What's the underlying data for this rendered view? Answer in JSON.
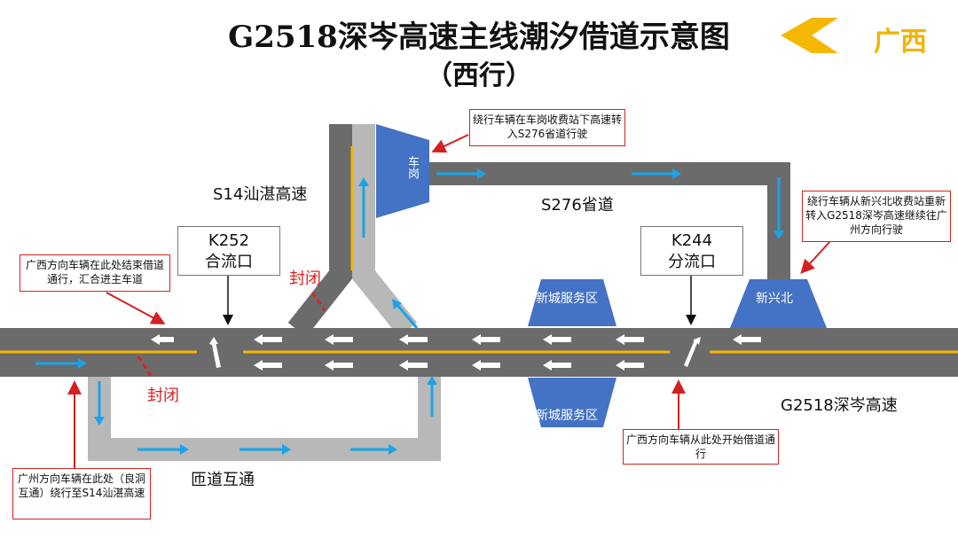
{
  "title": "G2518深岑高速主线潮汐借道示意图",
  "subtitle": "（西行）",
  "direction": {
    "label": "广西",
    "arrow_color": "#f5b800"
  },
  "roads": {
    "s14": "S14汕湛高速",
    "s276": "S276省道",
    "ramp": "匝道互通",
    "g2518": "G2518深岑高速"
  },
  "junctions": {
    "k252": {
      "code": "K252",
      "name": "合流口"
    },
    "k244": {
      "code": "K244",
      "name": "分流口"
    }
  },
  "closures": [
    "封闭",
    "封闭"
  ],
  "facilities": {
    "service_top": "新城服务区",
    "service_bottom": "新城服务区",
    "chegang_toll": "车岗",
    "xinxingbei": "新兴北"
  },
  "notes": {
    "chegang": "绕行车辆在车岗收费站下高速转入S276省道行驶",
    "xinxingbei": "绕行车辆从新兴北收费站重新转入G2518深岑高速继续往广州方向行驶",
    "merge_end": "广西方向车辆在此处结束借道通行，汇合进主车道",
    "guangzhou_detour": "广州方向车辆在此处（良洞互通）绕行至S14汕湛高速",
    "borrow_start": "广西方向车辆从此处开始借道通行"
  },
  "colors": {
    "road_dark": "#6b6b6b",
    "road_light": "#b8b8b8",
    "center_line": "#f5b800",
    "facility_blue": "#4472c4",
    "flow_arrow": "#1aa3e8",
    "closure": "#e02020"
  }
}
